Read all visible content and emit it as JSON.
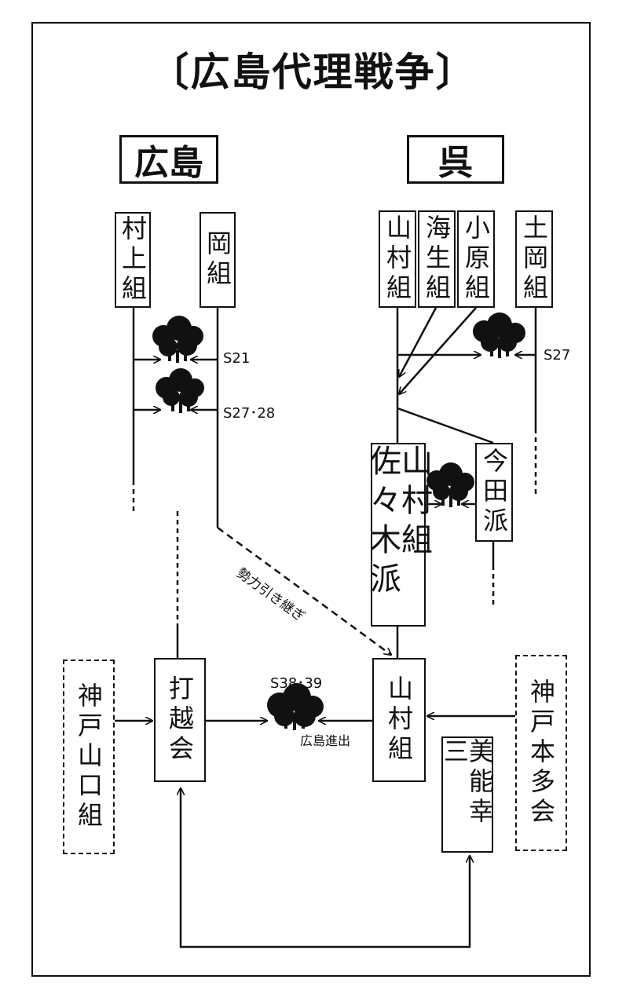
{
  "title": "〔広島代理戦争〕",
  "regions": {
    "hiroshima": "広島",
    "kure": "呉"
  },
  "groups": {
    "murakami": "村上組",
    "oka": "岡組",
    "yamamura_top": "山村組",
    "kaisei": "海生組",
    "obara": "小原組",
    "dooka": "土岡組",
    "sasaki": "山村組佐々木派",
    "imada": "今田派",
    "kobe_yamaguchi": "神戸山口組",
    "uchikoshi": "打越会",
    "yamamura_bottom": "山村組",
    "minou": "美能幸三",
    "kobe_honda": "神戸本多会"
  },
  "labels": {
    "s21": "S21",
    "s27_28": "S27･28",
    "s27": "S27",
    "succession": "勢力引き継ぎ",
    "s38_39": "S38･39",
    "advance": "広島進出"
  }
}
